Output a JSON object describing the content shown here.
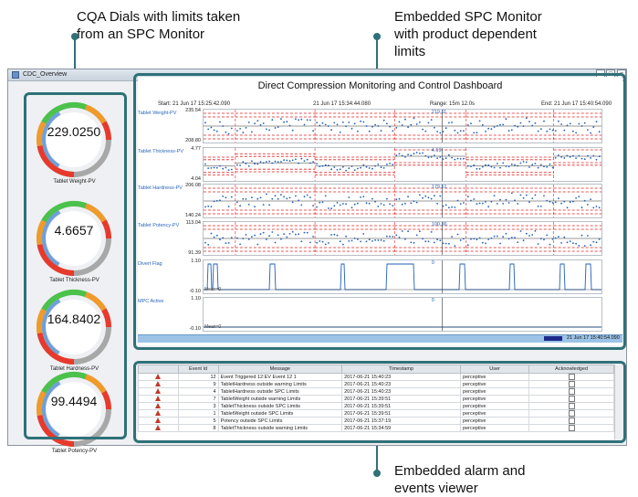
{
  "callouts": {
    "dials": "CQA Dials with limits taken from an SPC Monitor",
    "spc": "Embedded SPC Monitor with product dependent limits",
    "alarm": "Embedded alarm and events viewer"
  },
  "window": {
    "title": "CDC_Overview",
    "minimize": "_",
    "maximize": "□",
    "close": "×"
  },
  "dials": [
    {
      "value": "229.0250",
      "label": "Tablet Weight-PV"
    },
    {
      "value": "4.6657",
      "label": "Tablet Thickness-PV"
    },
    {
      "value": "164.8402",
      "label": "Tablet Hardness-PV"
    },
    {
      "value": "99.4494",
      "label": "Tablet Potency-PV"
    }
  ],
  "spc": {
    "title": "Direct Compression Monitoring and Control Dashboard",
    "start": "Start: 21 Jun 17 15:25:42.090",
    "cursor_time": "21 Jun 17 15:34:44.080",
    "range": "Range: 15m 12.0s",
    "end": "End: 21 Jun 17 15:40:54.090",
    "timebar_label": "21 Jun 17 15:40:54.090",
    "charts": [
      {
        "name": "Tablet Weight-PV",
        "ymax": "235.54",
        "ymin": "208.80",
        "current": "219.11"
      },
      {
        "name": "Tablet Thickness-PV",
        "ymax": "4.77",
        "ymin": "4.04",
        "current": "4.19"
      },
      {
        "name": "Tablet Hardness-PV",
        "ymax": "206.08",
        "ymin": "140.24",
        "current": "179.51"
      },
      {
        "name": "Tablet Potency-PV",
        "ymax": "113.04",
        "ymin": "91.39",
        "current": "100.36"
      },
      {
        "name": "Divert Flag",
        "ymax": "1.10",
        "ymin": "-0.10",
        "current": "0",
        "mean": "Mean=0"
      },
      {
        "name": "MPC Active",
        "ymax": "1.10",
        "ymin": "-0.10",
        "current": "0",
        "mean": "Mean=0"
      }
    ]
  },
  "alarm": {
    "columns": [
      "",
      "Event Id",
      "Message",
      "Timestamp",
      "User",
      "Acknowledged"
    ],
    "rows": [
      {
        "id": "12",
        "message": "Event Triggered 12:EV Event 12 1",
        "timestamp": "2017-06-21 15:40:23",
        "user": "perceptive"
      },
      {
        "id": "9",
        "message": "TabletHardness outside warning Limits",
        "timestamp": "2017-06-21 15:40:23",
        "user": "perceptive"
      },
      {
        "id": "4",
        "message": "TabletHardness outside SPC Limits",
        "timestamp": "2017-06-21 15:40:23",
        "user": "perceptive"
      },
      {
        "id": "7",
        "message": "TabletWeight outside warning Limits",
        "timestamp": "2017-06-21 15:39:51",
        "user": "perceptive"
      },
      {
        "id": "3",
        "message": "TabletThickness outside SPC Limits",
        "timestamp": "2017-06-21 15:39:51",
        "user": "perceptive"
      },
      {
        "id": "1",
        "message": "TabletWeight outside SPC Limits",
        "timestamp": "2017-06-21 15:39:51",
        "user": "perceptive"
      },
      {
        "id": "5",
        "message": "Potency outside SPC Limits",
        "timestamp": "2017-06-21 15:37:19",
        "user": "perceptive"
      },
      {
        "id": "8",
        "message": "TabletThickness outside warning Limits",
        "timestamp": "2017-06-21 15:34:59",
        "user": "perceptive"
      }
    ]
  },
  "colors": {
    "frame": "#2f7178",
    "series": "#1f5fb8",
    "limit": "#e02020",
    "mean": "#333333",
    "highlight": "#f08a1c"
  }
}
